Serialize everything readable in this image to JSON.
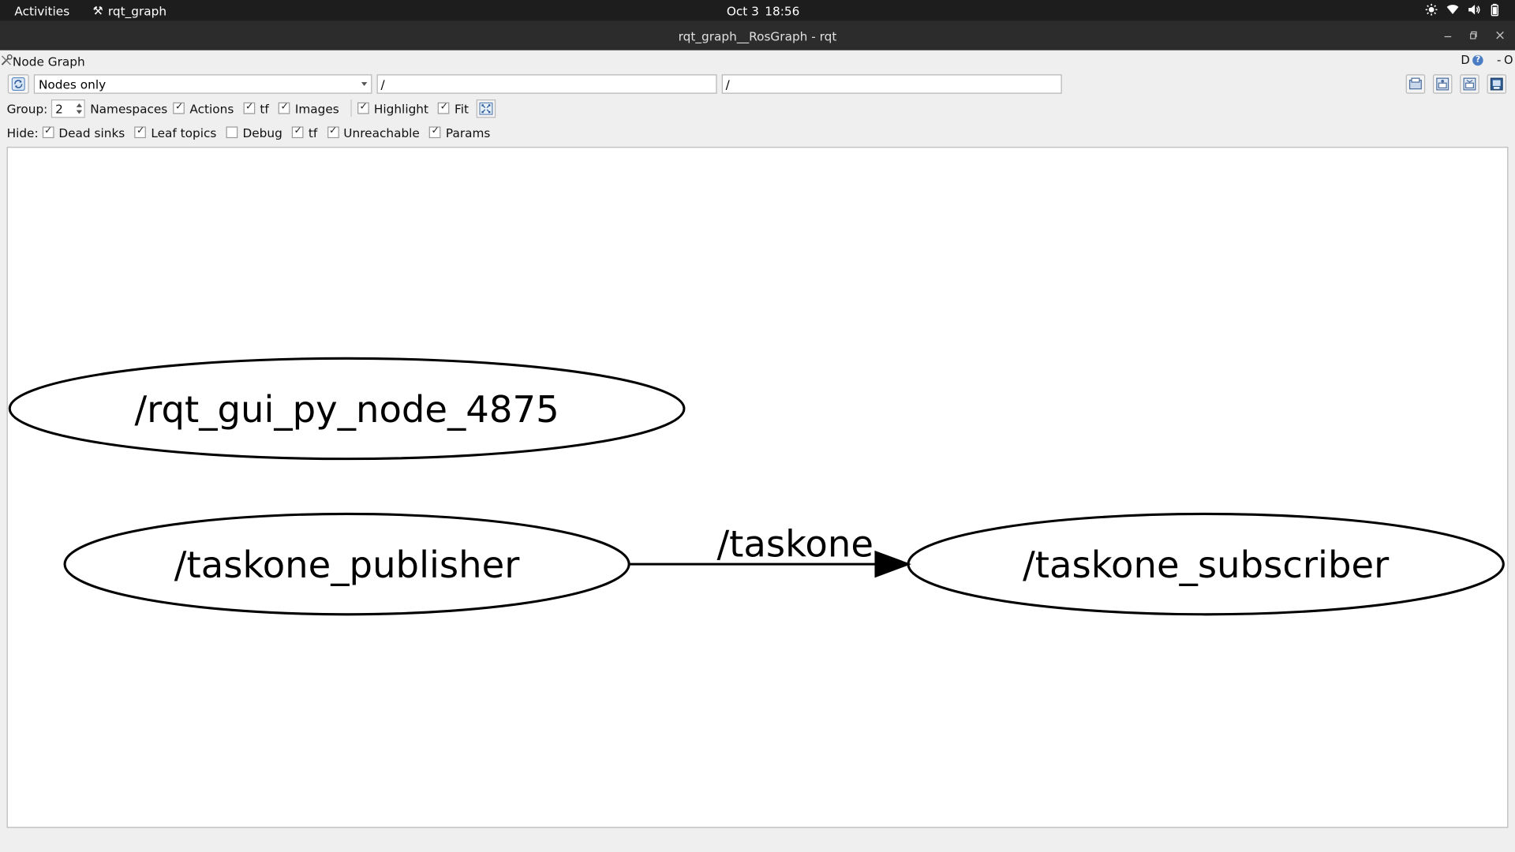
{
  "topbar": {
    "activities": "Activities",
    "app_name": "rqt_graph",
    "date": "Oct 3",
    "time": "18:56",
    "tray_icons": [
      "accessibility-icon",
      "wifi-icon",
      "volume-icon",
      "battery-icon"
    ]
  },
  "window": {
    "title": "rqt_graph__RosGraph - rqt"
  },
  "dock": {
    "title": "Node Graph",
    "right_d": "D",
    "right_dash": "-",
    "right_o": "O"
  },
  "toolbar": {
    "graph_mode": "Nodes only",
    "ns_filter": "/",
    "topic_filter": "/"
  },
  "options": {
    "group_label": "Group:",
    "group_value": "2",
    "namespaces": "Namespaces",
    "actions": "Actions",
    "tf": "tf",
    "images": "Images",
    "highlight": "Highlight",
    "fit": "Fit"
  },
  "hide": {
    "label": "Hide:",
    "dead_sinks": "Dead sinks",
    "leaf_topics": "Leaf topics",
    "debug": "Debug",
    "tf": "tf",
    "unreachable": "Unreachable",
    "params": "Params"
  },
  "checkboxes": {
    "actions": true,
    "tf": true,
    "images": true,
    "highlight": true,
    "fit": true,
    "dead_sinks": true,
    "leaf_topics": true,
    "debug": false,
    "hide_tf": true,
    "unreachable": true,
    "params": true
  },
  "graph": {
    "nodes": [
      "/rqt_gui_py_node_4875",
      "/taskone_publisher",
      "/taskone_subscriber"
    ],
    "edges": [
      {
        "from": "/taskone_publisher",
        "to": "/taskone_subscriber",
        "label": "/taskone"
      }
    ]
  }
}
